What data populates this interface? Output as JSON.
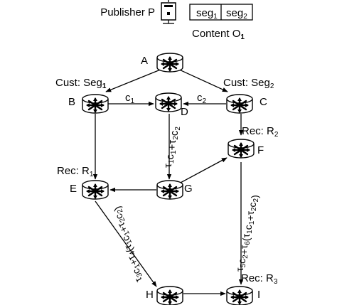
{
  "publisher": {
    "label": "Publisher P"
  },
  "content": {
    "seg1": "seg",
    "seg1_sub": "1",
    "seg2": "seg",
    "seg2_sub": "2",
    "label": "Content O",
    "label_sub": "1"
  },
  "nodes": {
    "A": {
      "letter": "A"
    },
    "B": {
      "letter": "B",
      "role": "Cust: Seg",
      "role_sub": "1"
    },
    "C": {
      "letter": "C",
      "role": "Cust: Seg",
      "role_sub": "2"
    },
    "D": {
      "letter": "D"
    },
    "E": {
      "letter": "E",
      "role": "Rec: R",
      "role_sub": "1"
    },
    "F": {
      "letter": "F",
      "role": "Rec: R",
      "role_sub": "2"
    },
    "G": {
      "letter": "G"
    },
    "H": {
      "letter": "H"
    },
    "I": {
      "letter": "I",
      "role": "Rec: R",
      "role_sub": "3"
    }
  },
  "edge_labels": {
    "bd": {
      "c": "c",
      "sub": "1"
    },
    "cd": {
      "c": "c",
      "sub": "2"
    },
    "dg": [
      {
        "t": "τ",
        "s": "1"
      },
      {
        "t": "c",
        "s": "1"
      },
      {
        "t": "+",
        "s": ""
      },
      {
        "t": "τ",
        "s": "2"
      },
      {
        "t": "c",
        "s": "2"
      }
    ],
    "fi": [
      {
        "t": "τ",
        "s": "5"
      },
      {
        "t": "c",
        "s": "2"
      },
      {
        "t": "+",
        "s": ""
      },
      {
        "t": "τ",
        "s": "6"
      },
      {
        "t": "(",
        "s": ""
      },
      {
        "t": "τ",
        "s": "1"
      },
      {
        "t": "c",
        "s": "1"
      },
      {
        "t": "+",
        "s": ""
      },
      {
        "t": "τ",
        "s": "2"
      },
      {
        "t": "c",
        "s": "2"
      },
      {
        "t": ")",
        "s": ""
      }
    ],
    "eh": [
      {
        "t": "τ",
        "s": "3"
      },
      {
        "t": "c",
        "s": "1"
      },
      {
        "t": "+",
        "s": ""
      },
      {
        "t": "τ",
        "s": "4"
      },
      {
        "t": "(",
        "s": ""
      },
      {
        "t": "τ",
        "s": "1"
      },
      {
        "t": "c",
        "s": "1"
      },
      {
        "t": "+",
        "s": ""
      },
      {
        "t": "τ",
        "s": "2"
      },
      {
        "t": "c",
        "s": "2"
      },
      {
        "t": ")",
        "s": ""
      }
    ]
  },
  "colors": {
    "stroke": "#000000",
    "fill": "#ffffff"
  },
  "icons": {
    "router": "router-icon",
    "server": "server-icon"
  }
}
